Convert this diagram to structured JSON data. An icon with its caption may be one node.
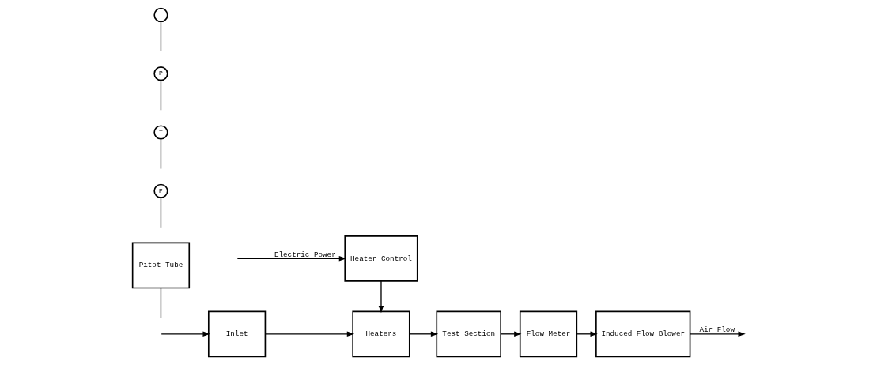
{
  "diagram": {
    "nodes": [
      {
        "text": [
          "Heater Control"
        ]
      },
      {
        "text": [
          "Pitot Tube"
        ]
      },
      {
        "text": [
          "Inlet"
        ]
      },
      {
        "text": [
          "Heaters"
        ]
      },
      {
        "text": [
          "Test Section"
        ]
      },
      {
        "text": [
          "Flow Meter"
        ]
      },
      {
        "text": [
          "Induced Flow Blower"
        ]
      },
      {
        "text": [
          "P"
        ]
      },
      {
        "text": [
          "T"
        ]
      },
      {
        "text": [
          "P"
        ]
      },
      {
        "text": [
          "T"
        ]
      }
    ],
    "edges": [
      {
        "from": null,
        "to": 0,
        "arrow": "to",
        "label": "Electric Power"
      },
      {
        "from": null,
        "to": 2,
        "arrow": "to"
      },
      {
        "from": 2,
        "to": 3,
        "arrow": "to"
      },
      {
        "from": 0,
        "to": 3,
        "arrow": "to"
      },
      {
        "from": 3,
        "to": 4,
        "arrow": "to"
      },
      {
        "from": 4,
        "to": 5,
        "arrow": "to"
      },
      {
        "from": 5,
        "to": 6,
        "arrow": "to"
      },
      {
        "from": 6,
        "to": null,
        "arrow": "to",
        "label": "Air Flow"
      },
      {
        "from": 1,
        "to": null,
        "arrow": "none"
      },
      {
        "from": null,
        "to": 7,
        "arrow": "none"
      },
      {
        "from": null,
        "to": 8,
        "arrow": "none"
      },
      {
        "from": null,
        "to": 9,
        "arrow": "none"
      },
      {
        "from": null,
        "to": 10,
        "arrow": "none"
      }
    ]
  }
}
